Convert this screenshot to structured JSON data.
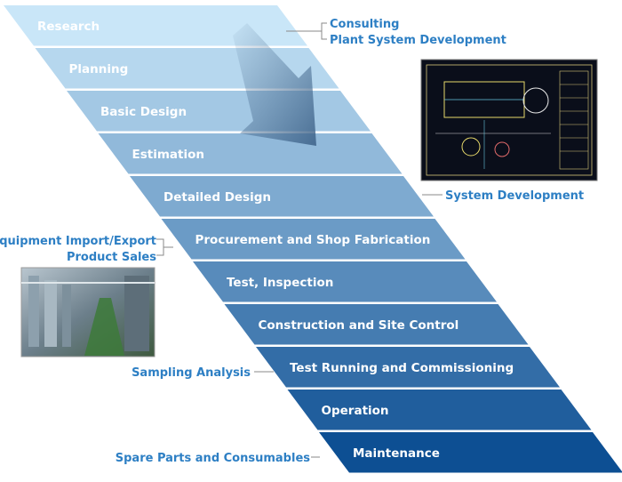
{
  "steps": [
    {
      "label": "Research"
    },
    {
      "label": "Planning"
    },
    {
      "label": "Basic Design"
    },
    {
      "label": "Estimation"
    },
    {
      "label": "Detailed Design"
    },
    {
      "label": "Procurement and Shop Fabrication"
    },
    {
      "label": "Test, Inspection"
    },
    {
      "label": "Construction and Site Control"
    },
    {
      "label": "Test Running and Commissioning"
    },
    {
      "label": "Operation"
    },
    {
      "label": "Maintenance"
    }
  ],
  "side_labels": {
    "consulting": "Consulting",
    "plant_system_development": "Plant System Development",
    "system_development": "System Development",
    "equipment_import_export": "Equipment Import/Export",
    "product_sales": "Product Sales",
    "sampling_analysis": "Sampling Analysis",
    "spare_parts": "Spare Parts and Consumables"
  },
  "colors": {
    "step_top": "#c9e6f8",
    "step_bottom": "#0d4f93",
    "side_text": "#2d7fc4",
    "connector": "#8a8a8a"
  },
  "icons": {
    "flow_arrow": "down-right-arrow-icon",
    "drawing": "cad-drawing-photo",
    "plant": "plant-interior-photo"
  }
}
